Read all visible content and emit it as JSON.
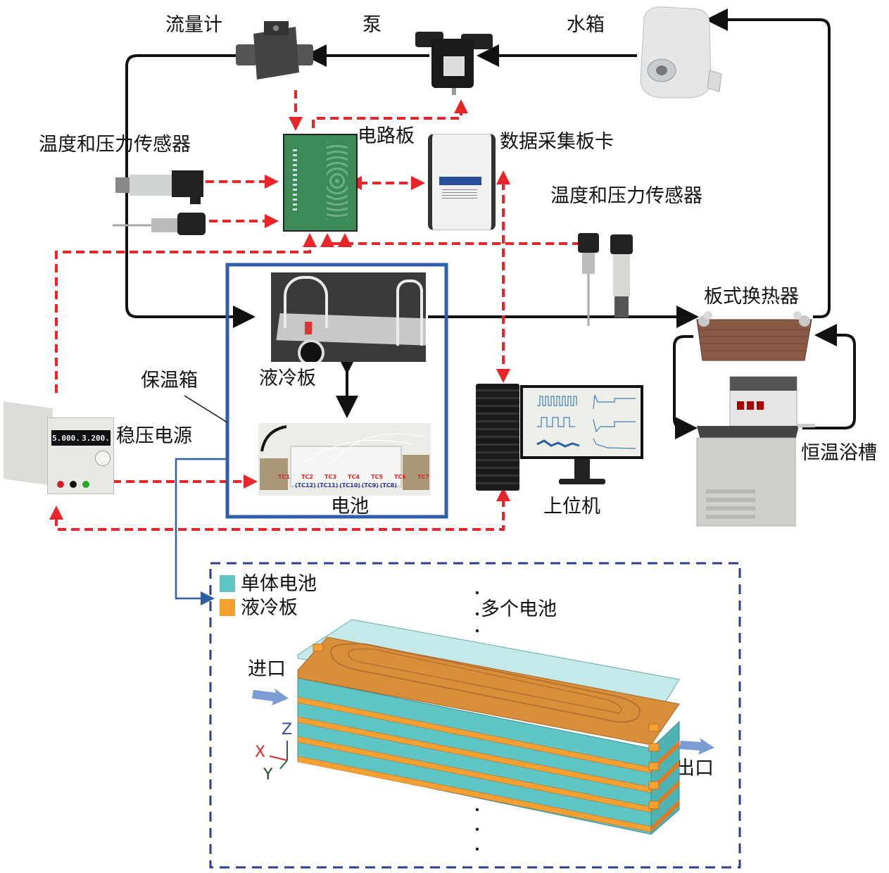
{
  "labels": {
    "flowmeter": "流量计",
    "pump": "泵",
    "water_tank": "水箱",
    "sensors_left": "温度和压力传感器",
    "circuit_board": "电路板",
    "daq_card": "数据采集板卡",
    "sensors_right": "温度和压力传感器",
    "plate_heat_exchanger": "板式换热器",
    "insulation_box": "保温箱",
    "cold_plate": "液冷板",
    "power_supply": "稳压电源",
    "battery": "电池",
    "host_computer": "上位机",
    "thermostatic_bath": "恒温浴槽"
  },
  "power_supply_display": {
    "voltage": "5.000.",
    "current": "3.200."
  },
  "thermocouples": {
    "top": [
      "TC1",
      "TC2",
      "TC3",
      "TC4",
      "TC5",
      "TC6",
      "TC7"
    ],
    "bottom": [
      "(TC12)",
      "(TC11)",
      "(TC10)",
      "(TC9)",
      "(TC8)"
    ]
  },
  "model_panel": {
    "legend": [
      {
        "label": "单体电池",
        "color": "#5ec4c4"
      },
      {
        "label": "液冷板",
        "color": "#f5a030"
      }
    ],
    "multi_battery": "多个电池",
    "inlet": "进口",
    "outlet": "出口",
    "axes": {
      "x": "X",
      "y": "Y",
      "z": "Z"
    }
  },
  "colors": {
    "fluid_line": "#111111",
    "signal_line": "#e8262a",
    "box_border": "#2f5fa8",
    "panel_border": "#2c3d8f"
  }
}
